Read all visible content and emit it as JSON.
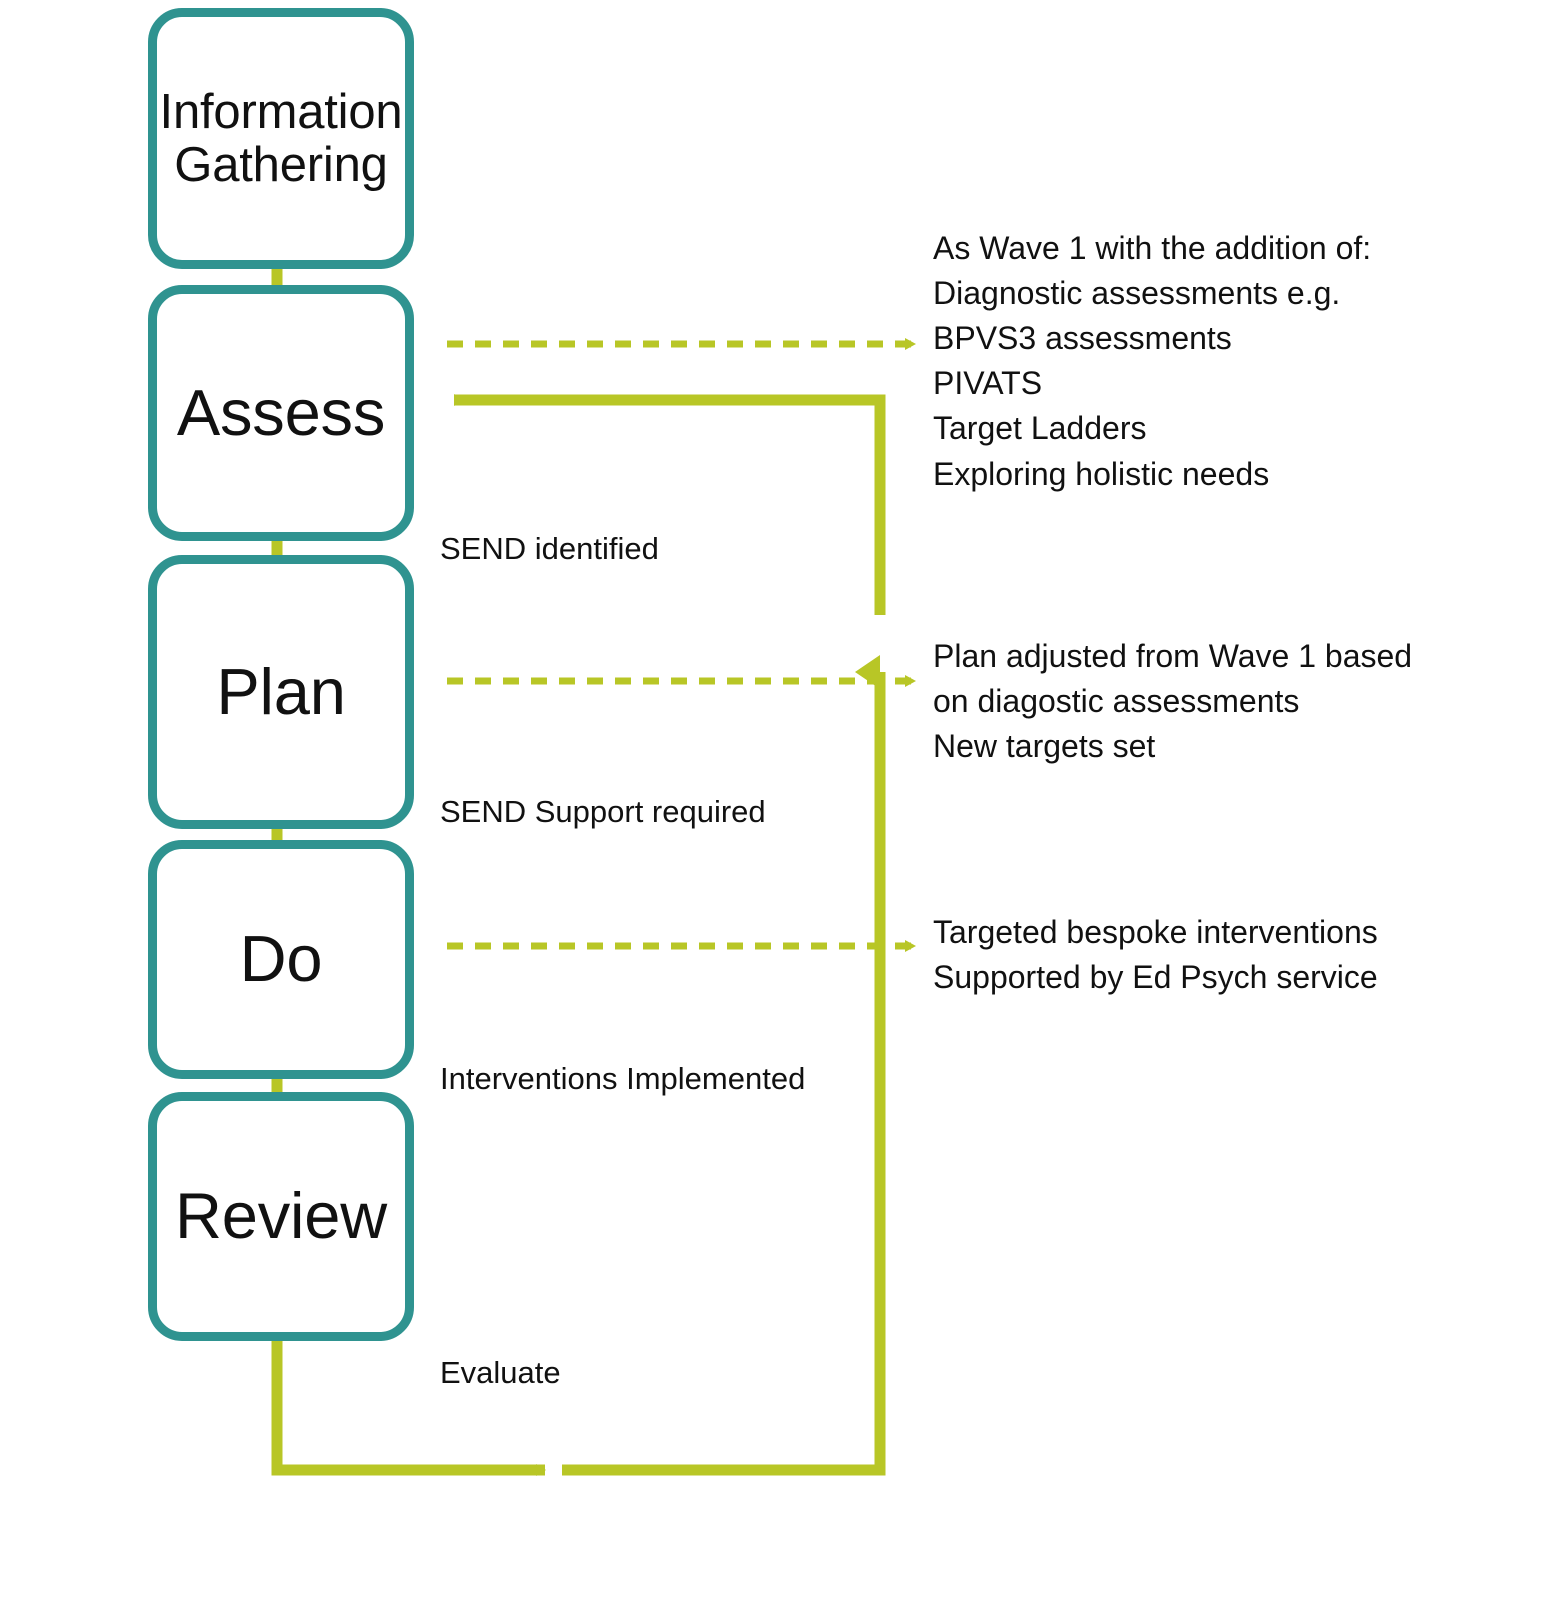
{
  "diagram": {
    "title": "Wave 2 Assess Plan Do Review cycle",
    "colors": {
      "node_border": "#2F9390",
      "node_fill": "#FFFFFF",
      "arrow": "#B8C626",
      "text": "#111111",
      "background": "#FFFFFF"
    },
    "nodes": [
      {
        "id": "information-gathering",
        "label": "Information\nGathering"
      },
      {
        "id": "assess",
        "label": "Assess"
      },
      {
        "id": "plan",
        "label": "Plan"
      },
      {
        "id": "do",
        "label": "Do"
      },
      {
        "id": "review",
        "label": "Review"
      }
    ],
    "edge_labels": {
      "send_identified": "SEND identified",
      "send_support_required": "SEND Support required",
      "interventions_implemented": "Interventions Implemented",
      "evaluate": "Evaluate"
    },
    "notes": {
      "assess": "As Wave 1 with the addition of:\nDiagnostic assessments e.g.\nBPVS3 assessments\nPIVATS\nTarget Ladders\nExploring holistic needs",
      "plan": "Plan adjusted from Wave 1 based\non diagostic assessments\nNew targets set",
      "do": "Targeted bespoke interventions\nSupported by Ed Psych service"
    },
    "connections": [
      {
        "from": "information-gathering",
        "to": "assess",
        "style": "solid-arrow",
        "label": ""
      },
      {
        "from": "assess",
        "to": "plan",
        "style": "solid-arrow",
        "label": "SEND identified"
      },
      {
        "from": "plan",
        "to": "do",
        "style": "solid-arrow",
        "label": "SEND Support required"
      },
      {
        "from": "do",
        "to": "review",
        "style": "solid-arrow",
        "label": "Interventions Implemented"
      },
      {
        "from": "review",
        "to": "assess",
        "style": "solid-arrow-feedback",
        "label": "Evaluate"
      },
      {
        "from": "assess",
        "to": "note-assess",
        "style": "dashed-arrow",
        "label": ""
      },
      {
        "from": "plan",
        "to": "note-plan",
        "style": "dashed-arrow",
        "label": ""
      },
      {
        "from": "do",
        "to": "note-do",
        "style": "dashed-arrow",
        "label": ""
      }
    ]
  }
}
